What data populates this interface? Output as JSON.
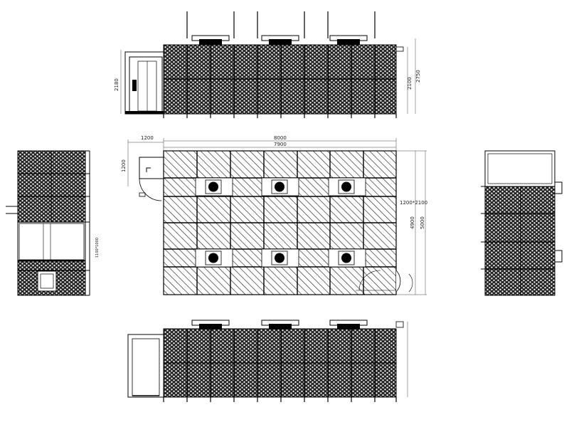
{
  "drawing": {
    "top_view": {
      "dim_door_width": "1200",
      "dim_overall_length": "8000",
      "dim_inner_length": "7900",
      "dim_door_depth": "1200",
      "dim_right_a": "1200*2100",
      "dim_inner_width": "4900",
      "dim_overall_width": "5000"
    },
    "front_elevation": {
      "dim_height": "2180",
      "dim_right_a": "2100",
      "dim_right_b": "2750"
    },
    "left_elevation": {
      "dim_label": "1100*1000"
    }
  },
  "colors": {
    "line": "#000000",
    "panel_fill": "#ffffff",
    "hatch": "#222222"
  }
}
